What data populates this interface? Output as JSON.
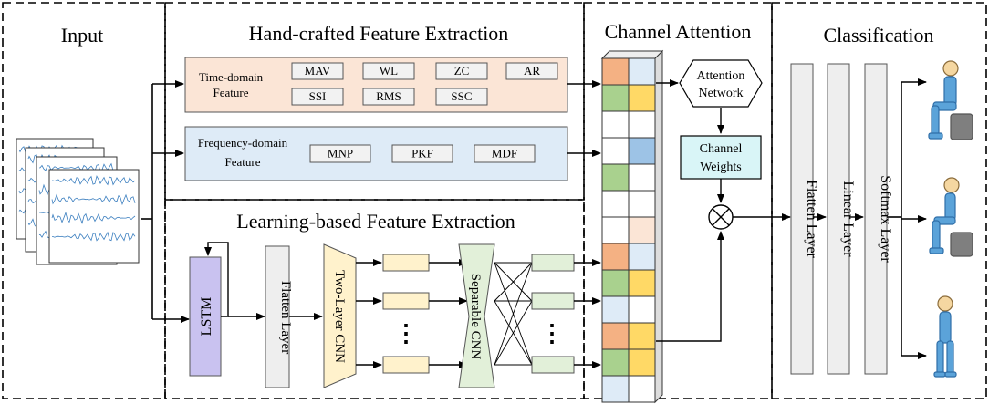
{
  "sections": {
    "input": "Input",
    "handcrafted": "Hand-crafted Feature Extraction",
    "learning": "Learning-based Feature Extraction",
    "channel_attention": "Channel Attention",
    "classification": "Classification"
  },
  "time_domain": {
    "label_line1": "Time-domain",
    "label_line2": "Feature",
    "features": [
      "MAV",
      "WL",
      "ZC",
      "AR",
      "SSI",
      "RMS",
      "SSC"
    ]
  },
  "frequency_domain": {
    "label_line1": "Frequency-domain",
    "label_line2": "Feature",
    "features": [
      "MNP",
      "PKF",
      "MDF"
    ]
  },
  "learning_blocks": {
    "lstm": "LSTM",
    "flatten": "Flatten Layer",
    "two_layer_cnn": "Two-Layer CNN",
    "separable_cnn": "Separable CNN",
    "ellipsis": "⋮"
  },
  "attention": {
    "network_line1": "Attention",
    "network_line2": "Network",
    "weights_line1": "Channel",
    "weights_line2": "Weights",
    "multiply_symbol": "⊗"
  },
  "classifier": {
    "flatten": "Flatten Layer",
    "linear": "Linear Layer",
    "softmax": "Softmax Layer"
  },
  "colors": {
    "time_domain_bg": "#fbe5d6",
    "frequency_domain_bg": "#deebf7",
    "lstm": "#c9c2f0",
    "cnn": "#fff2cc",
    "separable": "#e2f0d9",
    "fc_box_orange": "#fff2cc",
    "fc_box_green": "#e2f0d9",
    "weights": "#d9f5f7",
    "layer_gray": "#eeeeee",
    "cell_orange": "#f4b183",
    "cell_green": "#a9d18e",
    "cell_yellow": "#ffd966",
    "cell_blue": "#9dc3e6",
    "cell_light_blue": "#deebf7",
    "cell_peach": "#fbe5d6",
    "signal": "#3a7ebf",
    "figure": "#5ba3d9"
  },
  "figures": [
    "sitting-figure-icon",
    "standing-up-figure-icon",
    "standing-figure-icon"
  ]
}
